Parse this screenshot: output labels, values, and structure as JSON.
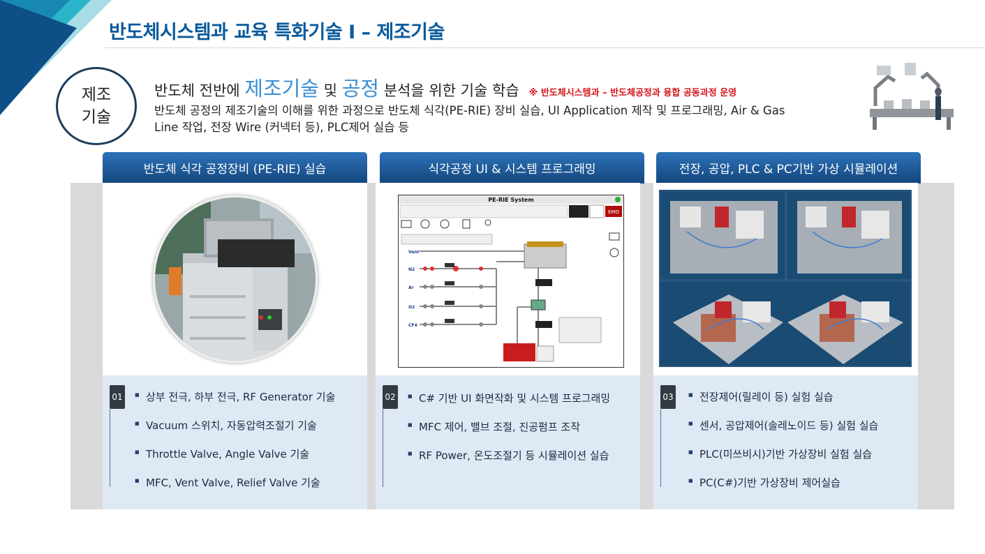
{
  "header": {
    "title": "반도체시스템과 교육 특화기술 I – 제조기술"
  },
  "badge": {
    "text": "제조\n기술"
  },
  "headline": {
    "part1": "반도체 전반에 ",
    "highlight1": "제조기술",
    "part2": " 및 ",
    "highlight2": "공정",
    "part3": " 분석을 위한 기술 학습",
    "note": "※ 반도체시스템과 – 반도체공정과 융합 공동과정 운영"
  },
  "description": "반도체 공정의 제조기술의 이해를 위한 과정으로 반도체 식각(PE-RIE) 장비 실습, UI Application 제작 및 프로그래밍, Air & Gas Line 작업, 전장 Wire (커넥터 등), PLC제어 실습 등",
  "columns": [
    {
      "heading": "반도체 식각 공정장비 (PE-RIE) 실습",
      "number": "01",
      "items": [
        "상부 전극, 하부 전극, RF Generator 기술",
        "Vacuum 스위치, 자동압력조절기 기술",
        "Throttle Valve, Angle Valve 기술",
        "MFC, Vent Valve, Relief Valve 기술"
      ]
    },
    {
      "heading": "식각공정 UI & 시스템 프로그래밍",
      "number": "02",
      "items": [
        "C# 기반 UI 화면작화 및 시스템 프로그래밍",
        "MFC 제어, 밸브 조절, 진공펌프 조작",
        "RF Power, 온도조절기 등 시뮬레이션 실습"
      ]
    },
    {
      "heading": "전장, 공압, PLC & PC기반 가상 시뮬레이션",
      "number": "03",
      "items": [
        "전장제어(릴레이 등) 실험 실습",
        "센서, 공압제어(솔레노이드 등) 실험 실습",
        "PLC(미쓰비시)기반 가상장비 실험 실습",
        "PC(C#)기반 가상장비 제어실습"
      ]
    }
  ],
  "ui_screen": {
    "title": "PE-RIE System",
    "emo": "EMO",
    "gas_labels": [
      "Vent",
      "N2",
      "Ar",
      "O2",
      "CF4"
    ]
  },
  "colors": {
    "title_blue": "#0a5a9c",
    "highlight_blue": "#3a8fd6",
    "note_red": "#d4141a",
    "header_blue": "#14467d",
    "list_bg": "#dfe9f6"
  }
}
